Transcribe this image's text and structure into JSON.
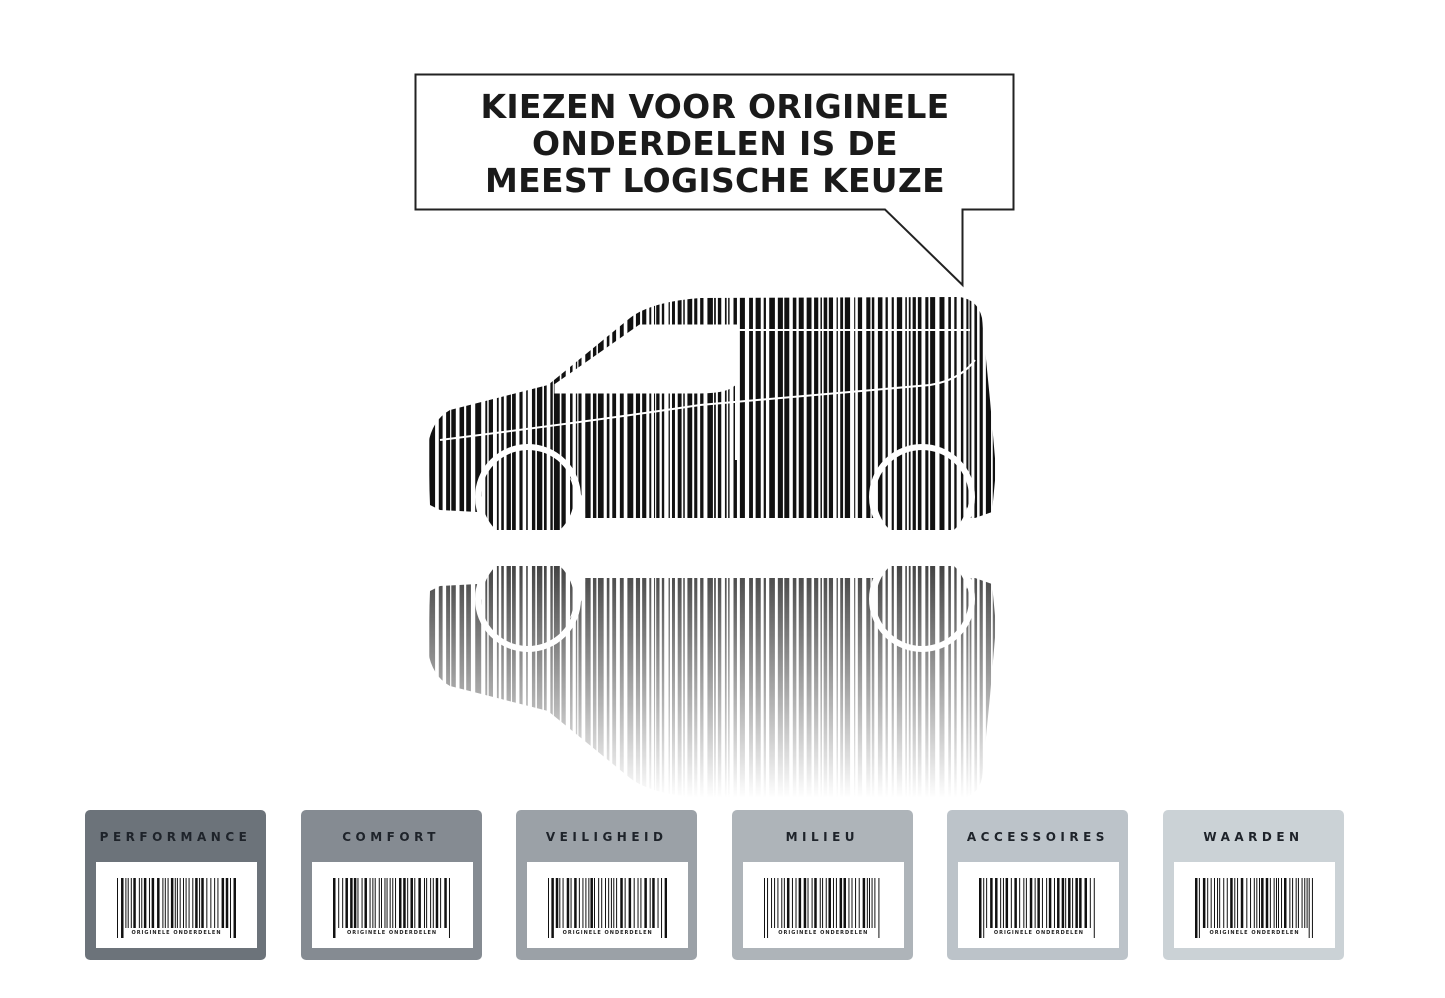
{
  "headline": {
    "lines": [
      "KIEZEN VOOR ORIGINELE",
      "ONDERDELEN IS DE",
      "MEEST LOGISCHE KEUZE"
    ]
  },
  "cards": [
    {
      "title": "PERFORMANCE",
      "caption": "ORIGINELE ONDERDELEN",
      "color": "#6c737a"
    },
    {
      "title": "COMFORT",
      "caption": "ORIGINELE ONDERDELEN",
      "color": "#858b92"
    },
    {
      "title": "VEILIGHEID",
      "caption": "ORIGINELE ONDERDELEN",
      "color": "#9ba1a7"
    },
    {
      "title": "MILIEU",
      "caption": "ORIGINELE ONDERDELEN",
      "color": "#aeb4b9"
    },
    {
      "title": "ACCESSOIRES",
      "caption": "ORIGINELE ONDERDELEN",
      "color": "#bcc3c9"
    },
    {
      "title": "WAARDEN",
      "caption": "ORIGINELE ONDERDELEN",
      "color": "#cbd2d6"
    }
  ]
}
